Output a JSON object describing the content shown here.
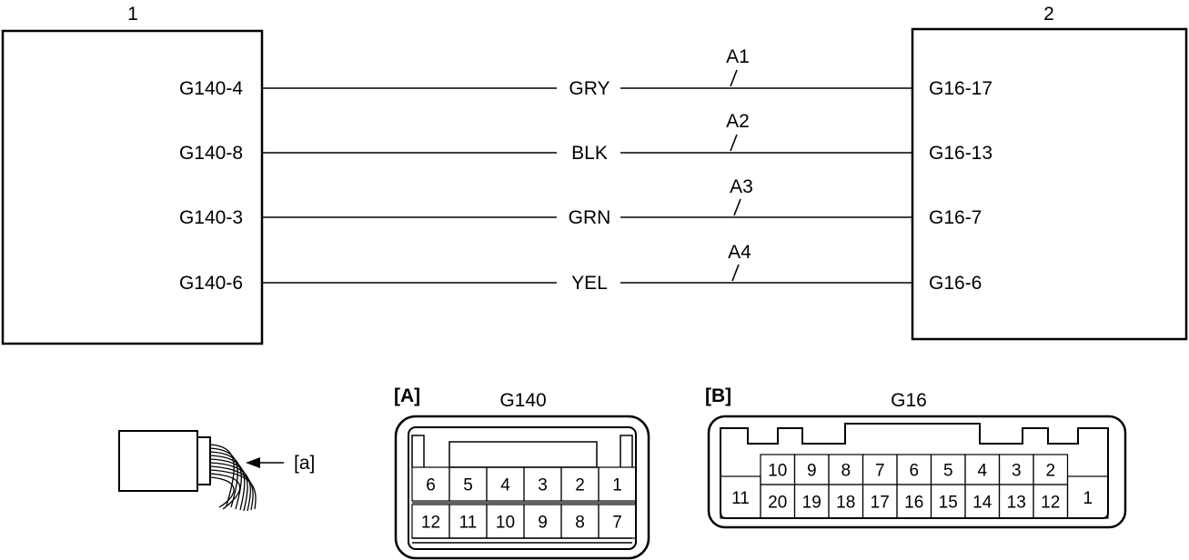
{
  "components": {
    "left_number": "1",
    "right_number": "2"
  },
  "wires": [
    {
      "left_pin": "G140-4",
      "color": "GRY",
      "id": "A1",
      "right_pin": "G16-17"
    },
    {
      "left_pin": "G140-8",
      "color": "BLK",
      "id": "A2",
      "right_pin": "G16-13"
    },
    {
      "left_pin": "G140-3",
      "color": "GRN",
      "id": "A3",
      "right_pin": "G16-7"
    },
    {
      "left_pin": "G140-6",
      "color": "YEL",
      "id": "A4",
      "right_pin": "G16-6"
    }
  ],
  "harness_view": {
    "label": "[a]"
  },
  "connector_a": {
    "tag": "[A]",
    "name": "G140",
    "top_row": [
      "6",
      "5",
      "4",
      "3",
      "2",
      "1"
    ],
    "bottom_row": [
      "12",
      "11",
      "10",
      "9",
      "8",
      "7"
    ]
  },
  "connector_b": {
    "tag": "[B]",
    "name": "G16",
    "side_left": "11",
    "side_right": "1",
    "top_row": [
      "10",
      "9",
      "8",
      "7",
      "6",
      "5",
      "4",
      "3",
      "2"
    ],
    "bottom_row": [
      "20",
      "19",
      "18",
      "17",
      "16",
      "15",
      "14",
      "13",
      "12"
    ]
  }
}
